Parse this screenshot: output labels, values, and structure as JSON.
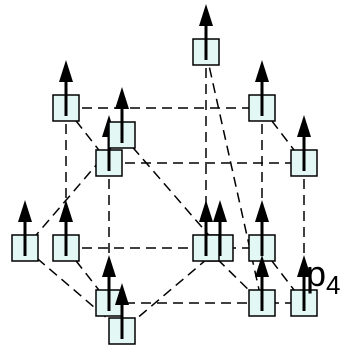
{
  "label": {
    "main": "p",
    "sub": "4"
  },
  "colors": {
    "node_fill": "#e3f7f4",
    "stroke": "#000000",
    "edge": "#000000"
  },
  "nodes": [
    {
      "id": "n1"
    },
    {
      "id": "n2"
    },
    {
      "id": "n3"
    },
    {
      "id": "n4"
    },
    {
      "id": "n5"
    },
    {
      "id": "n6"
    },
    {
      "id": "n7"
    },
    {
      "id": "n8"
    },
    {
      "id": "n9"
    },
    {
      "id": "n10"
    },
    {
      "id": "n11"
    },
    {
      "id": "n12"
    },
    {
      "id": "n13"
    },
    {
      "id": "n14"
    },
    {
      "id": "n15"
    }
  ],
  "edges": [
    [
      "n1",
      "n2"
    ],
    [
      "n1",
      "n3"
    ],
    [
      "n2",
      "n4"
    ],
    [
      "n3",
      "n4"
    ],
    [
      "n1",
      "n6"
    ],
    [
      "n2",
      "n7"
    ],
    [
      "n3",
      "n8"
    ],
    [
      "n4",
      "n9"
    ],
    [
      "n6",
      "n7"
    ],
    [
      "n6",
      "n8"
    ],
    [
      "n7",
      "n9"
    ],
    [
      "n8",
      "n9"
    ],
    [
      "n10",
      "n12"
    ],
    [
      "n10",
      "n11"
    ],
    [
      "n11",
      "n13"
    ],
    [
      "n12",
      "n13"
    ],
    [
      "n5",
      "n15"
    ],
    [
      "n5",
      "n14"
    ],
    [
      "n14",
      "n15"
    ]
  ]
}
